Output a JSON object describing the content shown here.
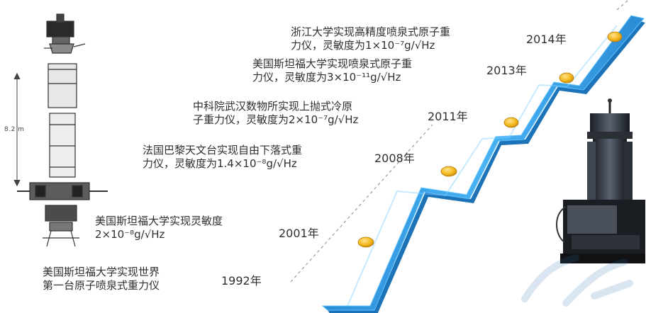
{
  "milestones": [
    {
      "id": "2014",
      "year": "2014年",
      "line1": "浙江大学实现高精度喷泉式原子重",
      "line2": "力仪，灵敏度为1×10⁻⁷g/√Hz"
    },
    {
      "id": "2013",
      "year": "2013年",
      "line1": "美国斯坦福大学实现喷泉式原子重",
      "line2": "力仪，灵敏度为3×10⁻¹¹g/√Hz"
    },
    {
      "id": "2011",
      "year": "2011年",
      "line1": "中科院武汉数物所实现上抛式冷原",
      "line2": "子重力仪，灵敏度为2×10⁻⁷g/√Hz"
    },
    {
      "id": "2008",
      "year": "2008年",
      "line1": "法国巴黎天文台实现自由下落式重",
      "line2": "力仪，灵敏度为1.4×10⁻⁸g/√Hz"
    },
    {
      "id": "2001",
      "year": "2001年",
      "line1": "美国斯坦福大学实现灵敏度",
      "line2": "2×10⁻⁸g/√Hz"
    },
    {
      "id": "1992",
      "year": "1992年",
      "line1": "美国斯坦福大学实现世界",
      "line2": "第一台原子喷泉式重力仪"
    }
  ],
  "apparatus": {
    "height_label": "8.2 m"
  },
  "colors": {
    "ribbon_top": "#3aa0e6",
    "ribbon_side": "#1d73b8",
    "ribbon_edge": "#5fc0ff",
    "dot": "#f2b61b",
    "guide_dashes": "#9b9b9b",
    "watermark": "#2c6db0"
  },
  "icons": {
    "apparatus": "atomic-fountain-apparatus-icon",
    "instrument": "gravimeter-instrument-icon",
    "watermark": "watermark-logo-icon"
  }
}
